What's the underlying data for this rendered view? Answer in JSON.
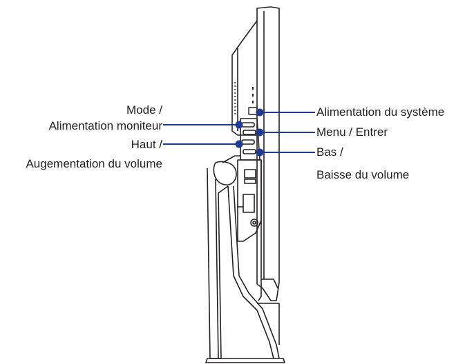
{
  "colors": {
    "callout_line": "#1f3a93",
    "callout_dot": "#1f3a93",
    "device_stroke": "#231f20",
    "label_text": "#231f20"
  },
  "labels": {
    "mode_line1": "Mode /",
    "mode_line2": "Alimentation moniteur",
    "up_line1": "Haut /",
    "up_line2": "Augementation du volume",
    "power": "Alimentation du système",
    "menu": "Menu / Entrer",
    "down_line1": "Bas /",
    "down_line2": "Baisse du volume"
  }
}
